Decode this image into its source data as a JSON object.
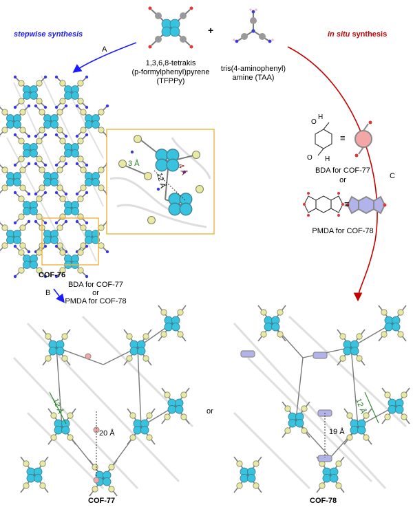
{
  "labels": {
    "stepwise": "stepwise synthesis",
    "insitu_in": "in situ",
    "insitu_rest": " synthesis",
    "plus": "+",
    "tfppy_1": "1,3,6,8-tetrakis",
    "tfppy_2": "(p-formylphenyl)pyrene",
    "tfppy_3": "(TFPPy)",
    "taa_1": "tris(4-aminophenyl)",
    "taa_2": "amine (TAA)",
    "arrow_a": "A",
    "arrow_b": "B",
    "arrow_c": "C",
    "cof76": "COF-76",
    "b_line1": "BDA for COF-77",
    "b_line2": "or",
    "b_line3": "PMDA for COF-78",
    "bda": "BDA for COF-77",
    "or_small": "or",
    "pmda": "PMDA for COF-78",
    "or_big": "or",
    "cof77": "COF-77",
    "cof78": "COF-78",
    "dist_3": "3 Å",
    "dist_4": "4 Å",
    "dist_12_inset": "12 Å",
    "dist_12_left": "12 Å",
    "dist_20": "20 Å",
    "dist_12_right": "12 Å",
    "dist_19": "19 Å",
    "equiv": "≡",
    "bda_h1": "H",
    "bda_h2": "H",
    "bda_o1": "O",
    "bda_o2": "O"
  },
  "colors": {
    "pyrene": "#37c3e0",
    "phenyl": "#e9e9a6",
    "bond": "#7a7a7a",
    "nitrogen": "#3a3ad6",
    "oxygen": "#d63a3a",
    "bda_ring": "#f4a6a6",
    "pmda_ring": "#b3b3ec",
    "inset_border": "#f0b43c",
    "blue_arrow": "#1a1aff",
    "red_arrow": "#c40000"
  }
}
